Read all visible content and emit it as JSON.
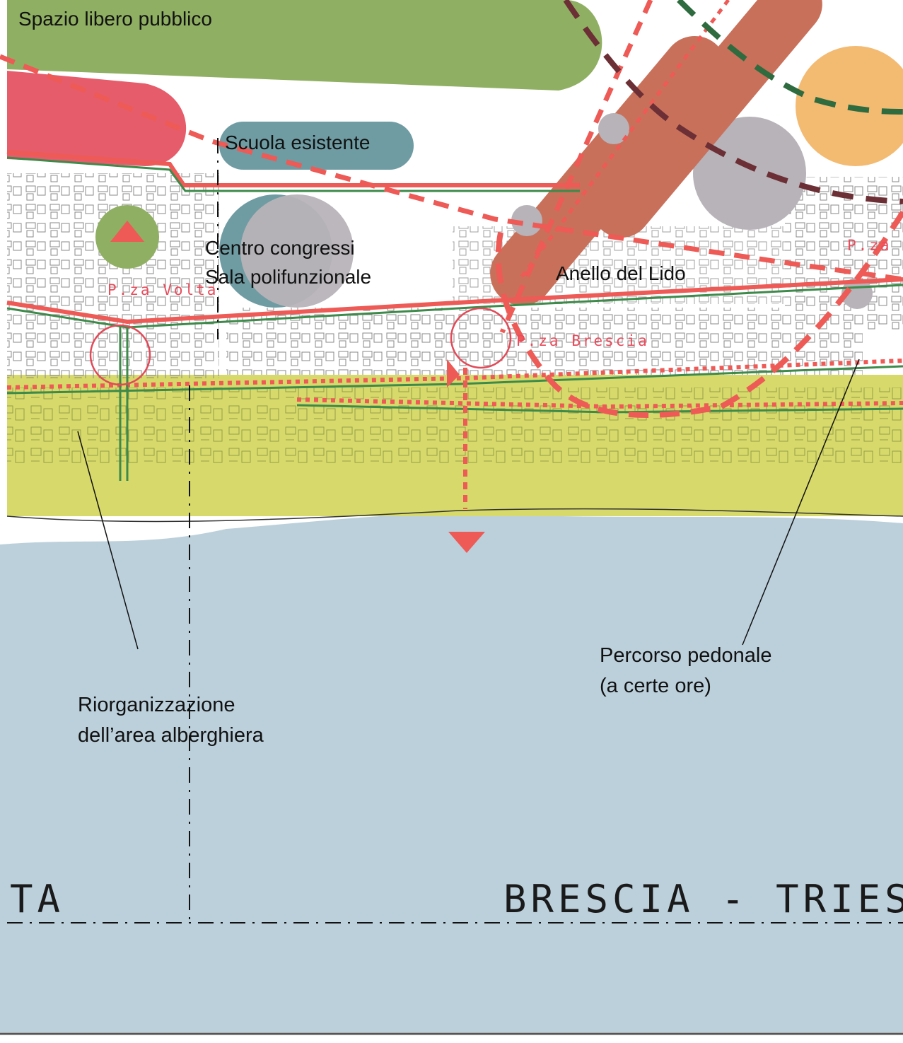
{
  "map": {
    "labels": {
      "spazio_libero": "Spazio libero pubblico",
      "scuola": "Scuola esistente",
      "centro_line1": "Centro congressi",
      "centro_line2": "Sala polifunzionale",
      "anello": "Anello del Lido",
      "percorso_line1": "Percorso pedonale",
      "percorso_line2": "(a certe ore)",
      "riorg_line1": "Riorganizzazione",
      "riorg_line2": "dell’area alberghiera"
    },
    "streets": {
      "volta": "P.za Volta",
      "brescia": "P.za Brescia",
      "cut": "P.za"
    },
    "zones": {
      "left": "TA",
      "right": "BRESCIA - TRIES"
    },
    "colors": {
      "sea": "#bcd0dc",
      "beach": "#d7d96a",
      "park": "#8faf62",
      "red_zone": "#e65c6a",
      "teal_zone": "#6f9ca3",
      "gray_zone": "#b7b3b8",
      "orange_zone": "#f3ba72",
      "brick_zone": "#c8705a",
      "route_red": "#ee5a55",
      "route_green": "#3d8a4a",
      "route_dark": "#6b2f35"
    }
  }
}
